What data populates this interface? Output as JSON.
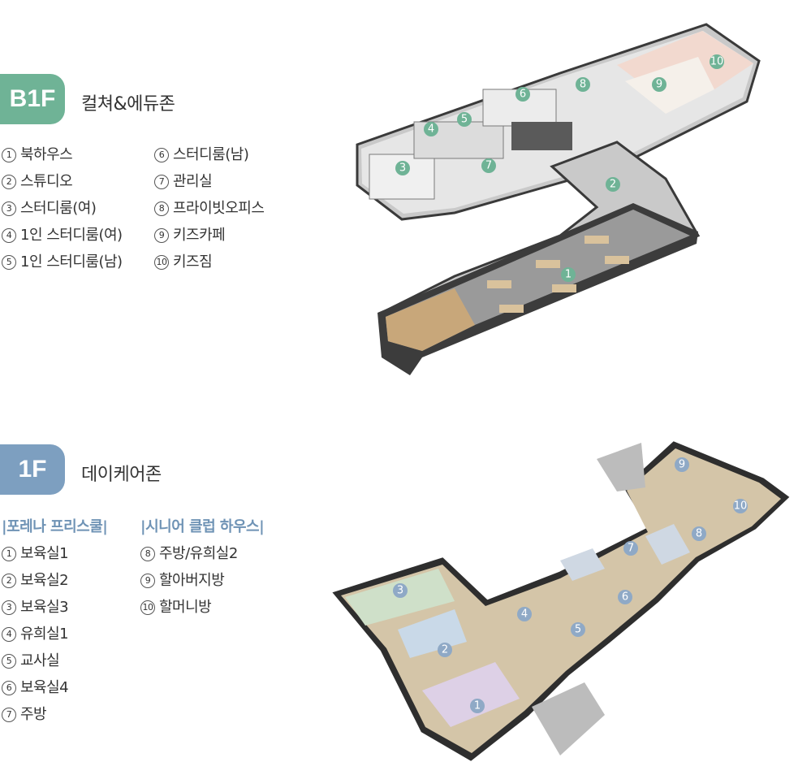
{
  "b1": {
    "tab": "B1F",
    "title": "컬쳐&에듀존",
    "left_items": [
      {
        "num": "1",
        "label": "북하우스"
      },
      {
        "num": "2",
        "label": "스튜디오"
      },
      {
        "num": "3",
        "label": "스터디룸(여)"
      },
      {
        "num": "4",
        "label": "1인 스터디룸(여)"
      },
      {
        "num": "5",
        "label": "1인 스터디룸(남)"
      }
    ],
    "right_items": [
      {
        "num": "6",
        "label": "스터디룸(남)"
      },
      {
        "num": "7",
        "label": "관리실"
      },
      {
        "num": "8",
        "label": "프라이빗오피스"
      },
      {
        "num": "9",
        "label": "키즈카페"
      },
      {
        "num": "10",
        "label": "키즈짐"
      }
    ]
  },
  "f1": {
    "tab": "1F",
    "title": "데이케어존",
    "left_heading": "|포레나 프리스쿨|",
    "right_heading": "|시니어 클럽 하우스|",
    "left_items": [
      {
        "num": "1",
        "label": "보육실1"
      },
      {
        "num": "2",
        "label": "보육실2"
      },
      {
        "num": "3",
        "label": "보육실3"
      },
      {
        "num": "4",
        "label": "유희실1"
      },
      {
        "num": "5",
        "label": "교사실"
      },
      {
        "num": "6",
        "label": "보육실4"
      },
      {
        "num": "7",
        "label": "주방"
      }
    ],
    "right_items": [
      {
        "num": "8",
        "label": "주방/유희실2"
      },
      {
        "num": "9",
        "label": "할아버지방"
      },
      {
        "num": "10",
        "label": "할머니방"
      }
    ]
  },
  "colors": {
    "b1_accent": "#6fb396",
    "f1_accent": "#7d9fc0",
    "marker_b1": "#6fb396",
    "marker_f1": "#8fa9c6"
  }
}
